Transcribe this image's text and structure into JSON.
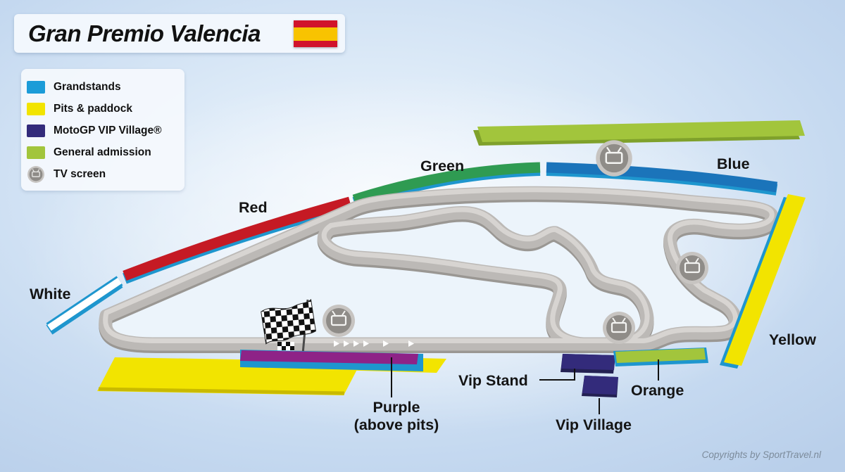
{
  "title": {
    "text": "Gran Premio Valencia",
    "flag": "spain-flag"
  },
  "legend": {
    "items": [
      {
        "label": "Grandstands",
        "color": "#1b9cd8",
        "type": "swatch"
      },
      {
        "label": "Pits & paddock",
        "color": "#f2e400",
        "type": "swatch"
      },
      {
        "label": "MotoGP VIP Village®",
        "color": "#332b7b",
        "type": "swatch"
      },
      {
        "label": "General admission",
        "color": "#a2c53c",
        "type": "swatch"
      },
      {
        "label": "TV screen",
        "color": "#8f8c88",
        "type": "tv-icon"
      }
    ]
  },
  "map_labels": {
    "green": "Green",
    "blue": "Blue",
    "red": "Red",
    "white": "White",
    "yellow": "Yellow",
    "orange": "Orange",
    "vip_stand": "Vip Stand",
    "vip_village": "Vip Village",
    "purple_line1": "Purple",
    "purple_line2": "(above pits)"
  },
  "copyright": {
    "text": "Copyrights by SportTravel.nl"
  },
  "tv_screens": {
    "count_on_map": 4
  },
  "colors": {
    "background_blue": "#c5d9f0",
    "infield": "#ecf4fb",
    "track": "#bcb9b6",
    "track_shadow": "#9a9793",
    "track_highlight": "#dad8d5",
    "grandstand_cyan": "#1e96ce",
    "stand_red": "#c51a24",
    "stand_green": "#2f9b52",
    "stand_blue": "#1b74ba",
    "stand_white": "#ffffff",
    "stand_yellow": "#f2e400",
    "stand_purple": "#8e2387",
    "vip_navy": "#332b7b",
    "general_admission_green": "#a2c53c",
    "ga_edge": "#7fa12b",
    "pits_yellow": "#f2e400",
    "flag_red": "#d1132b",
    "flag_yellow": "#f8c301",
    "label_black": "#141414",
    "copyright_gray": "#7c8b9b"
  }
}
